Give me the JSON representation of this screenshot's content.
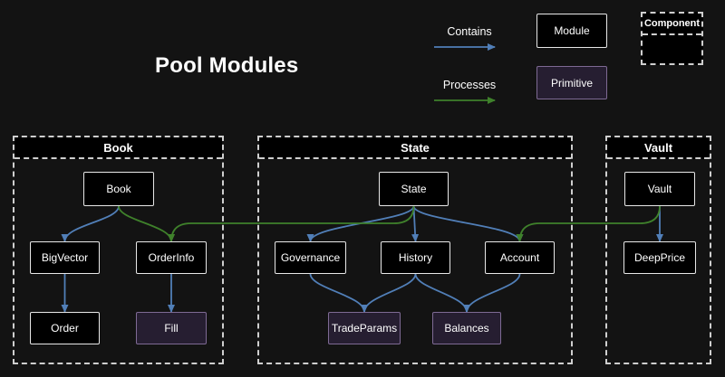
{
  "title": "Pool Modules",
  "legend": {
    "contains": "Contains",
    "processes": "Processes",
    "module": "Module",
    "primitive": "Primitive",
    "component": "Component"
  },
  "colors": {
    "contains": "#517fb8",
    "processes": "#3f812b",
    "module_bg": "#000000",
    "module_border": "#e8e8e8",
    "primitive_bg": "#261e31",
    "primitive_border": "#7e6a94",
    "background": "#131313",
    "dashed_border": "#cfcfcf"
  },
  "containers": [
    {
      "id": "book",
      "title": "Book"
    },
    {
      "id": "state",
      "title": "State"
    },
    {
      "id": "vault",
      "title": "Vault"
    }
  ],
  "nodes": [
    {
      "id": "book",
      "label": "Book",
      "kind": "module"
    },
    {
      "id": "bigvector",
      "label": "BigVector",
      "kind": "module"
    },
    {
      "id": "orderinfo",
      "label": "OrderInfo",
      "kind": "module"
    },
    {
      "id": "order",
      "label": "Order",
      "kind": "module"
    },
    {
      "id": "fill",
      "label": "Fill",
      "kind": "primitive"
    },
    {
      "id": "state",
      "label": "State",
      "kind": "module"
    },
    {
      "id": "governance",
      "label": "Governance",
      "kind": "module"
    },
    {
      "id": "history",
      "label": "History",
      "kind": "module"
    },
    {
      "id": "account",
      "label": "Account",
      "kind": "module"
    },
    {
      "id": "tradeparams",
      "label": "TradeParams",
      "kind": "primitive"
    },
    {
      "id": "balances",
      "label": "Balances",
      "kind": "primitive"
    },
    {
      "id": "vault",
      "label": "Vault",
      "kind": "module"
    },
    {
      "id": "deepprice",
      "label": "DeepPrice",
      "kind": "module"
    }
  ],
  "edges": [
    {
      "from": "book",
      "to": "bigvector",
      "type": "contains"
    },
    {
      "from": "bigvector",
      "to": "order",
      "type": "contains"
    },
    {
      "from": "orderinfo",
      "to": "fill",
      "type": "contains"
    },
    {
      "from": "state",
      "to": "governance",
      "type": "contains"
    },
    {
      "from": "state",
      "to": "history",
      "type": "contains"
    },
    {
      "from": "state",
      "to": "account",
      "type": "contains"
    },
    {
      "from": "governance",
      "to": "tradeparams",
      "type": "contains"
    },
    {
      "from": "history",
      "to": "tradeparams",
      "type": "contains"
    },
    {
      "from": "history",
      "to": "balances",
      "type": "contains"
    },
    {
      "from": "account",
      "to": "balances",
      "type": "contains"
    },
    {
      "from": "vault",
      "to": "deepprice",
      "type": "contains"
    },
    {
      "from": "book",
      "to": "orderinfo",
      "type": "processes"
    },
    {
      "from": "state",
      "to": "orderinfo",
      "type": "processes"
    },
    {
      "from": "vault",
      "to": "account",
      "type": "processes"
    }
  ]
}
